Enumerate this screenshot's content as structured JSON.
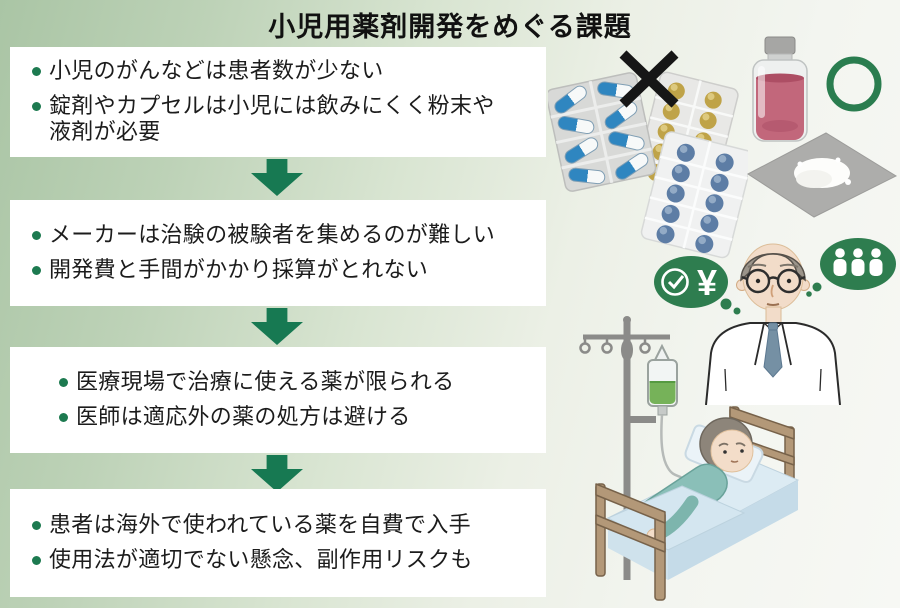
{
  "title": "小児用薬剤開発をめぐる課題",
  "flow": {
    "boxes": [
      {
        "items": [
          "小児のがんなどは患者数が少ない",
          "錠剤やカプセルは小児には飲みにくく粉末や液剤が必要"
        ]
      },
      {
        "items": [
          "メーカーは治験の被験者を集めるのが難しい",
          "開発費と手間がかかり採算がとれない"
        ]
      },
      {
        "items": [
          "医療現場で治療に使える薬が限られる",
          "医師は適応外の薬の処方は避ける"
        ]
      },
      {
        "items": [
          "患者は海外で使われている薬を自費で入手",
          "使用法が適切でない懸念、副作用リスクも"
        ]
      }
    ]
  },
  "illustrations": {
    "bad_mark": "×",
    "good_mark": "○",
    "yen_symbol": "¥",
    "icons": [
      "blister-pack-capsules",
      "blister-pack-tablets-gold",
      "blister-pack-tablets-blue",
      "x-mark",
      "circle-mark",
      "liquid-medicine-bottle",
      "powder-packet",
      "doctor",
      "thought-bubble-cost",
      "thought-bubble-patients",
      "iv-stand",
      "iv-bag",
      "child-in-hospital-bed"
    ]
  },
  "colors": {
    "background_green": "#aac5a5",
    "box_white": "#ffffff",
    "arrow_green": "#177952",
    "bullet_green": "#1d7a50",
    "bubble_green": "#2e7d4f",
    "ring_green": "#2a7d4f",
    "text_dark": "#1c1c1c"
  }
}
